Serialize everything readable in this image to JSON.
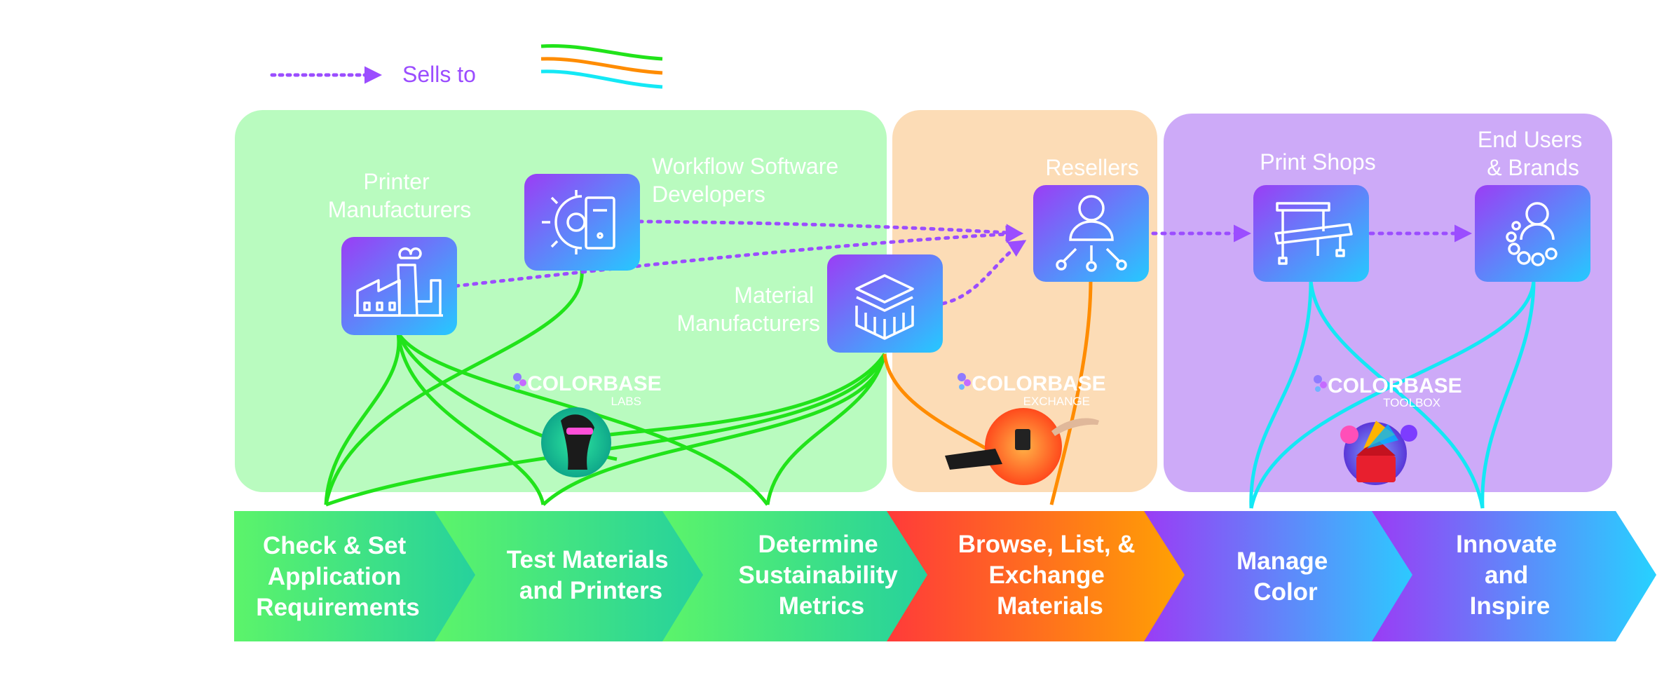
{
  "legend": {
    "sells_to_label": "Sells to"
  },
  "colors": {
    "sells_to": "#9b4dff",
    "green_flow": "#21e31a",
    "orange_flow": "#ff8c00",
    "cyan_flow": "#14e8f5",
    "labs_panel": "#b9fbbf",
    "exchange_panel": "#fcdcb6",
    "toolbox_panel": "#cdaaf8"
  },
  "nodes": {
    "printer_manufacturers": {
      "label_line1": "Printer",
      "label_line2": "Manufacturers",
      "icon": "factory-icon"
    },
    "workflow_software": {
      "label_line1": "Workflow Software",
      "label_line2": "Developers",
      "icon": "gear-computer-icon"
    },
    "material_manufacturers": {
      "label_line1": "Material",
      "label_line2": "Manufacturers",
      "icon": "material-layers-icon"
    },
    "resellers": {
      "label_line1": "Resellers",
      "icon": "network-person-icon"
    },
    "print_shops": {
      "label_line1": "Print Shops",
      "icon": "printer-table-icon"
    },
    "end_users": {
      "label_line1": "End Users",
      "label_line2": "& Brands",
      "icon": "user-circles-icon"
    }
  },
  "products": {
    "labs": {
      "brand": "COLORBASE",
      "sub": "LABS"
    },
    "exchange": {
      "brand": "COLORBASE",
      "sub": "EXCHANGE"
    },
    "toolbox": {
      "brand": "COLORBASE",
      "sub": "TOOLBOX"
    }
  },
  "steps": [
    {
      "line1": "Check & Set",
      "line2": "Application",
      "line3": "Requirements"
    },
    {
      "line1": "Test Materials",
      "line2": "and Printers"
    },
    {
      "line1": "Determine",
      "line2": "Sustainability",
      "line3": "Metrics"
    },
    {
      "line1": "Browse, List, &",
      "line2": "Exchange",
      "line3": "Materials"
    },
    {
      "line1": "Manage",
      "line2": "Color"
    },
    {
      "line1": "Innovate",
      "line2": "and",
      "line3": "Inspire"
    }
  ]
}
